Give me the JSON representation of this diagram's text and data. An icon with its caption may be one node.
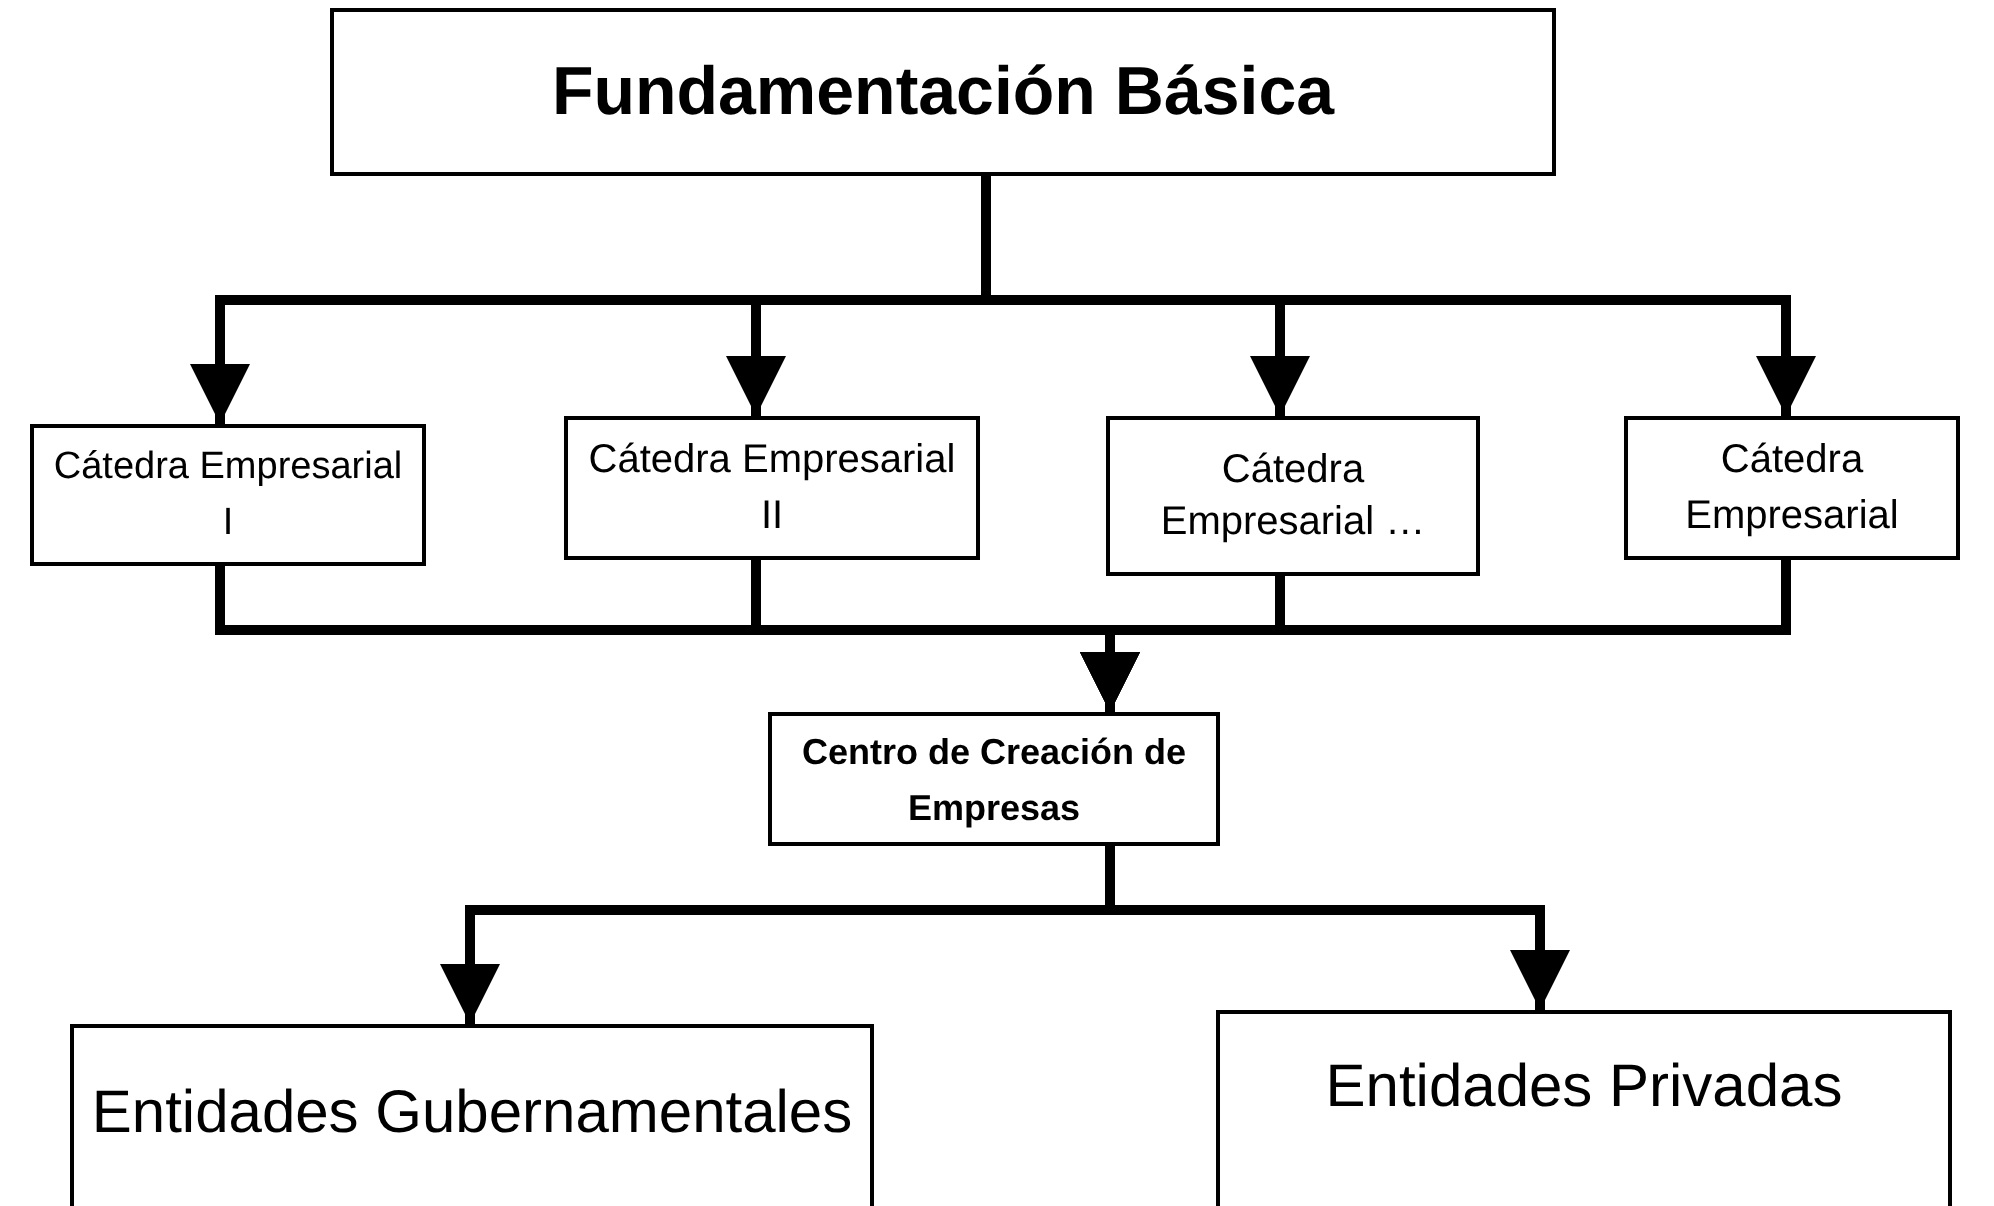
{
  "diagram": {
    "nodes": [
      {
        "text": [
          "Fundamentación Básica"
        ]
      },
      {
        "text": [
          "Cátedra Empresarial I"
        ]
      },
      {
        "text": [
          "Cátedra Empresarial II"
        ]
      },
      {
        "text": [
          "Cátedra Empresarial …"
        ]
      },
      {
        "text": [
          "Cátedra Empresarial"
        ]
      },
      {
        "text": [
          "Centro de Creación de Empresas"
        ]
      },
      {
        "text": [
          "Entidades Gubernamentales"
        ]
      },
      {
        "text": [
          "Entidades Privadas"
        ]
      }
    ],
    "edges": [
      {
        "from": 0,
        "to": 1,
        "arrow": "to"
      },
      {
        "from": 0,
        "to": 2,
        "arrow": "to"
      },
      {
        "from": 0,
        "to": 3,
        "arrow": "to"
      },
      {
        "from": 0,
        "to": 4,
        "arrow": "to"
      },
      {
        "from": 1,
        "to": 5,
        "arrow": "to"
      },
      {
        "from": 2,
        "to": 5,
        "arrow": "to"
      },
      {
        "from": 3,
        "to": 5,
        "arrow": "to"
      },
      {
        "from": 4,
        "to": 5,
        "arrow": "to"
      },
      {
        "from": 5,
        "to": 6,
        "arrow": "to"
      },
      {
        "from": 5,
        "to": 7,
        "arrow": "to"
      }
    ]
  }
}
